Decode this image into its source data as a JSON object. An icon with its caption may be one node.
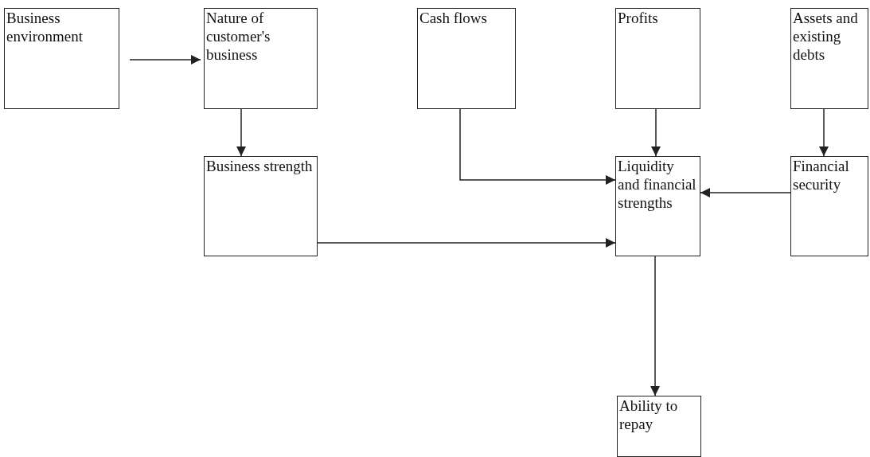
{
  "diagram": {
    "nodes": [
      {
        "text": [
          "Business environment"
        ]
      },
      {
        "text": [
          "Nature of customer's business"
        ]
      },
      {
        "text": [
          "Cash flows"
        ]
      },
      {
        "text": [
          "Profits"
        ]
      },
      {
        "text": [
          "Assets and existing debts"
        ]
      },
      {
        "text": [
          "Business strength"
        ]
      },
      {
        "text": [
          "Liquidity and financial strengths"
        ]
      },
      {
        "text": [
          "Financial security"
        ]
      },
      {
        "text": [
          "Ability to repay"
        ]
      }
    ],
    "edges": [
      {
        "from": 0,
        "to": 1,
        "arrow": "to"
      },
      {
        "from": 1,
        "to": 5,
        "arrow": "to"
      },
      {
        "from": 2,
        "to": 6,
        "arrow": "to"
      },
      {
        "from": 3,
        "to": 6,
        "arrow": "to"
      },
      {
        "from": 4,
        "to": 7,
        "arrow": "to"
      },
      {
        "from": 7,
        "to": 6,
        "arrow": "to"
      },
      {
        "from": 5,
        "to": 6,
        "arrow": "to"
      },
      {
        "from": 6,
        "to": 8,
        "arrow": "to"
      }
    ]
  }
}
